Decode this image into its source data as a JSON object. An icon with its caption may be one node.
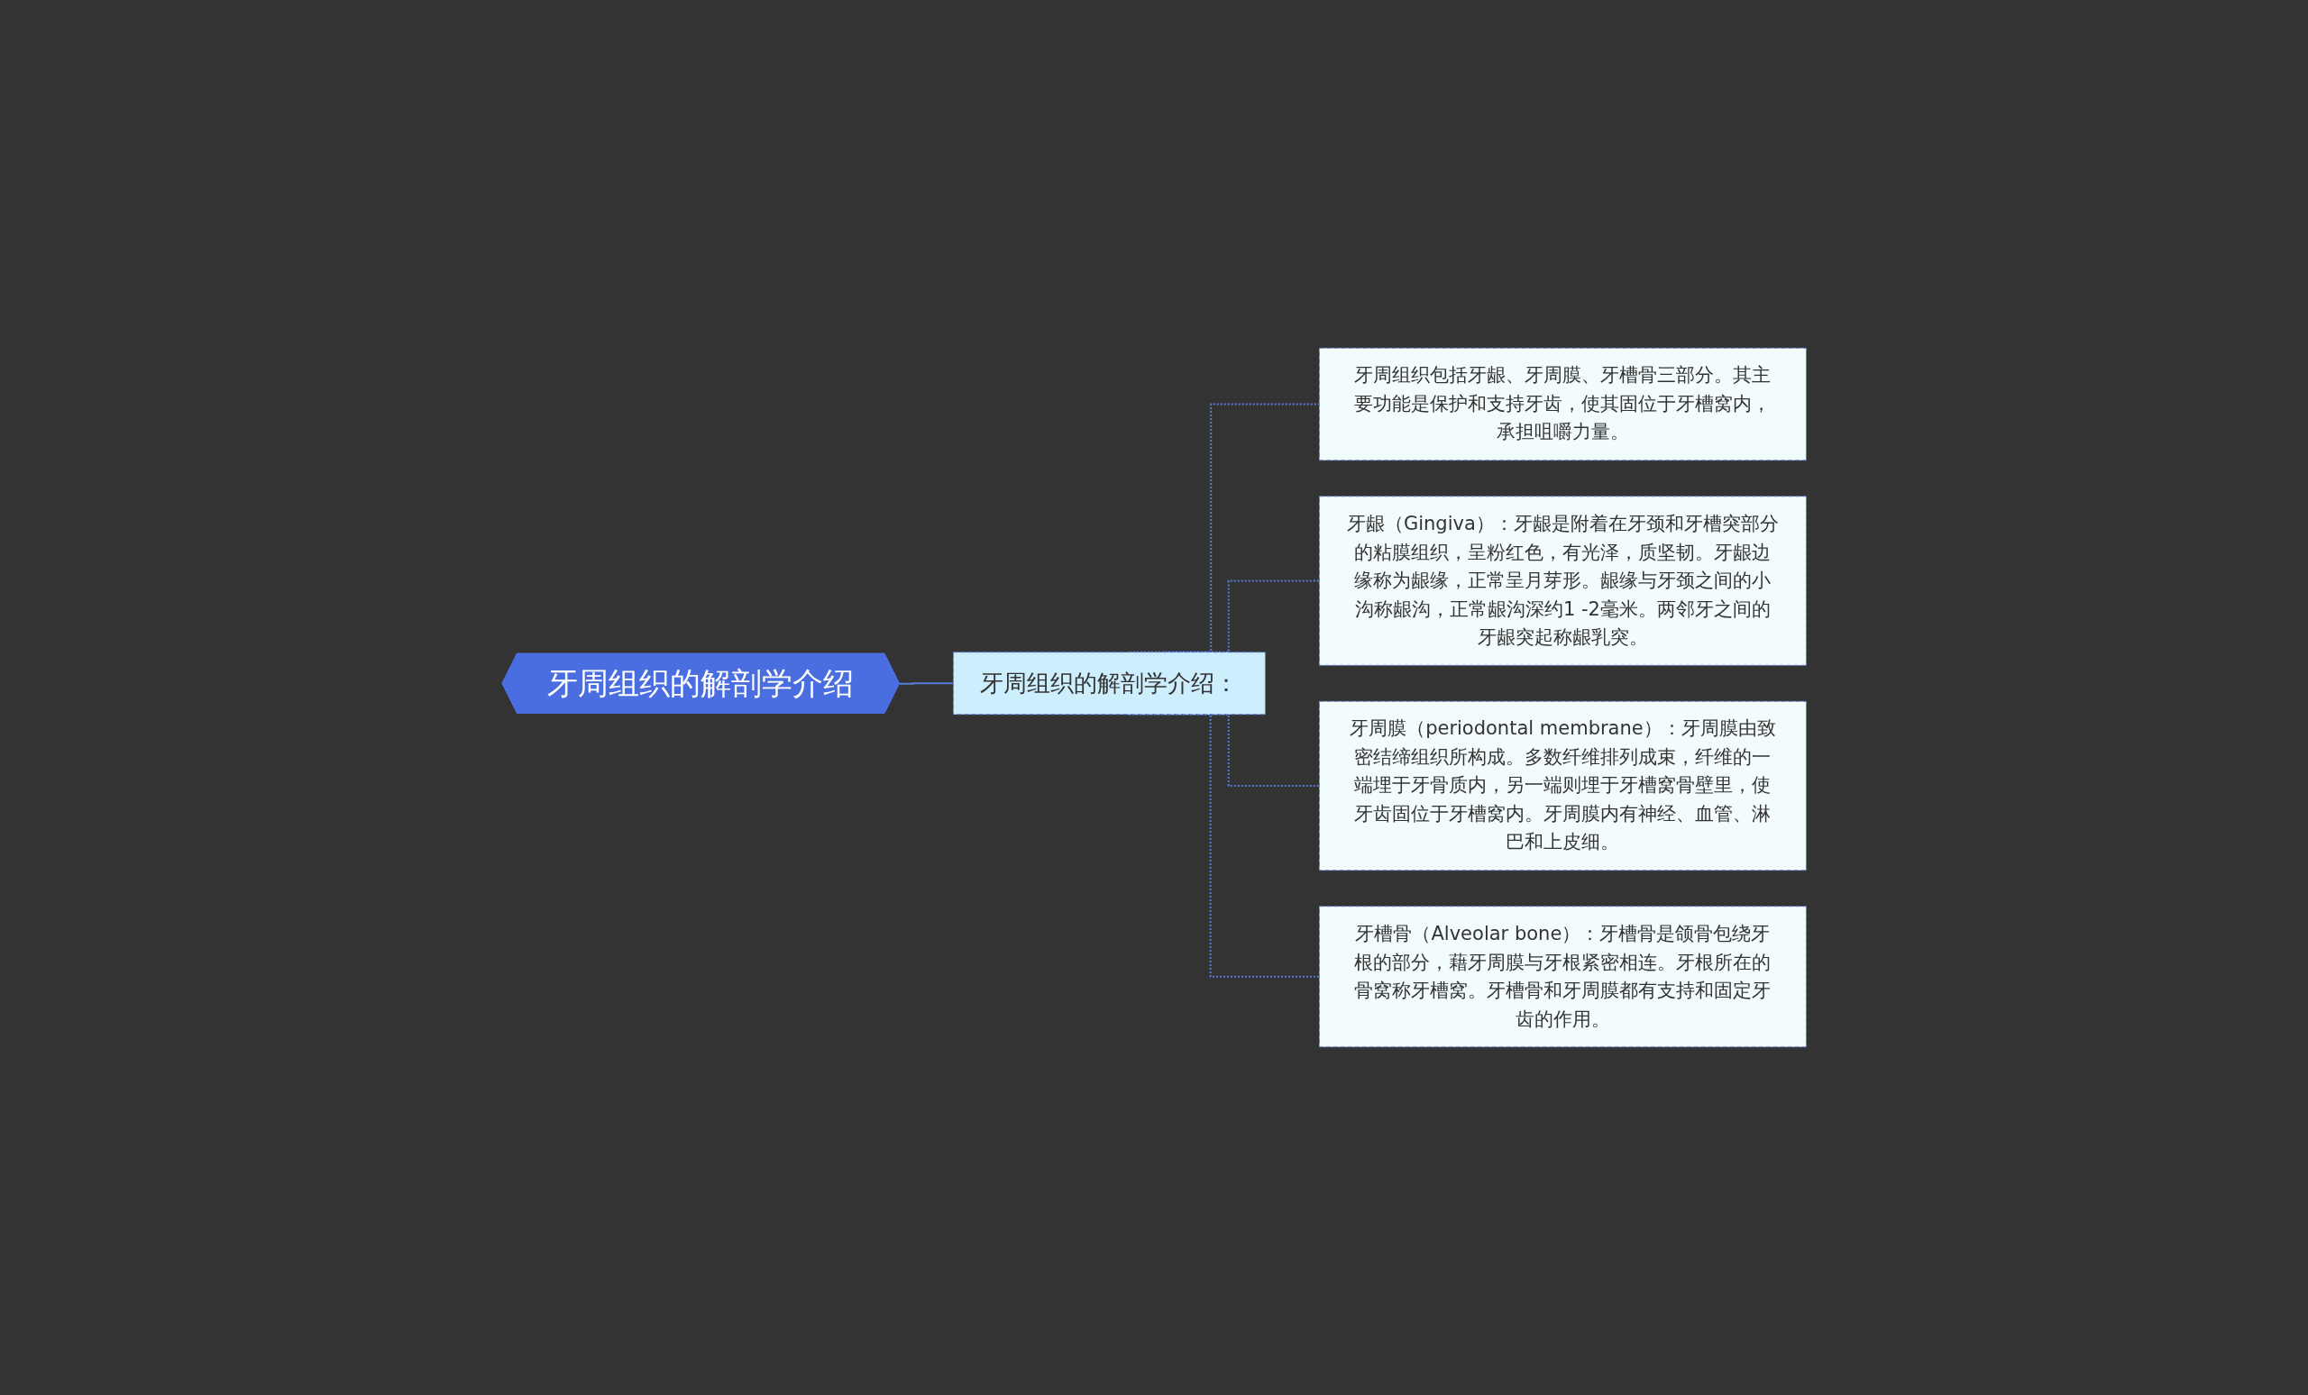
{
  "diagram": {
    "nodes": [
      {
        "text": [
          "牙周组织的解剖学介绍"
        ]
      },
      {
        "text": [
          "牙周组织的解剖学介绍："
        ]
      },
      {
        "text": [
          "牙周组织包括牙龈、牙周膜、牙槽骨三部分。其主要功能是保护和支持牙齿，使其固位于牙槽窝内，承担咀嚼力量。"
        ]
      },
      {
        "text": [
          "牙龈（Gingiva）：牙龈是附着在牙颈和牙槽突部分的粘膜组织，呈粉红色，有光泽，质坚韧。牙龈边缘称为龈缘，正常呈月芽形。龈缘与牙颈之间的小沟称龈沟，正常龈沟深约1 -2毫米。两邻牙之间的牙龈突起称龈乳突。"
        ]
      },
      {
        "text": [
          "牙周膜（periodontal membrane）：牙周膜由致密结缔组织所构成。多数纤维排列成束，纤维的一端埋于牙骨质内，另一端则埋于牙槽窝骨壁里，使牙齿固位于牙槽窝内。牙周膜内有神经、血管、淋巴和上皮细。"
        ]
      },
      {
        "text": [
          "牙槽骨（Alveolar bone）：牙槽骨是颌骨包绕牙根的部分，藉牙周膜与牙根紧密相连。牙根所在的骨窝称牙槽窝。牙槽骨和牙周膜都有支持和固定牙齿的作用。"
        ]
      }
    ],
    "edges": [
      {
        "from": 0,
        "to": 1,
        "arrow": "none"
      },
      {
        "from": 1,
        "to": 2,
        "arrow": "none",
        "style": "dashed"
      },
      {
        "from": 1,
        "to": 3,
        "arrow": "none",
        "style": "dashed"
      },
      {
        "from": 1,
        "to": 4,
        "arrow": "none",
        "style": "dashed"
      },
      {
        "from": 1,
        "to": 5,
        "arrow": "none",
        "style": "dashed"
      }
    ]
  }
}
